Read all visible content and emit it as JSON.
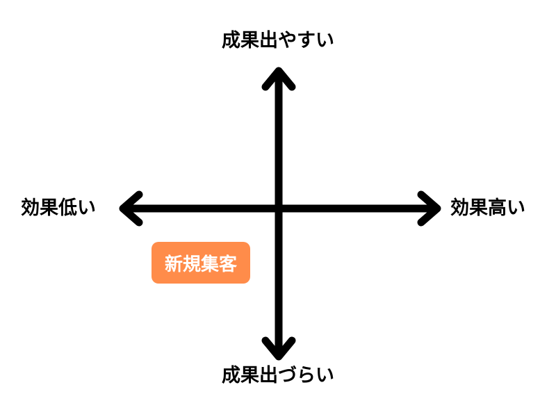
{
  "diagram": {
    "type": "quadrant-axes",
    "axis_color": "#000000",
    "labels": {
      "top": "成果出やすい",
      "bottom": "成果出づらい",
      "left": "効果低い",
      "right": "効果高い"
    },
    "items": [
      {
        "label": "新規集客",
        "color": "#ff8c4a",
        "quadrant": "bottom-left"
      }
    ]
  }
}
